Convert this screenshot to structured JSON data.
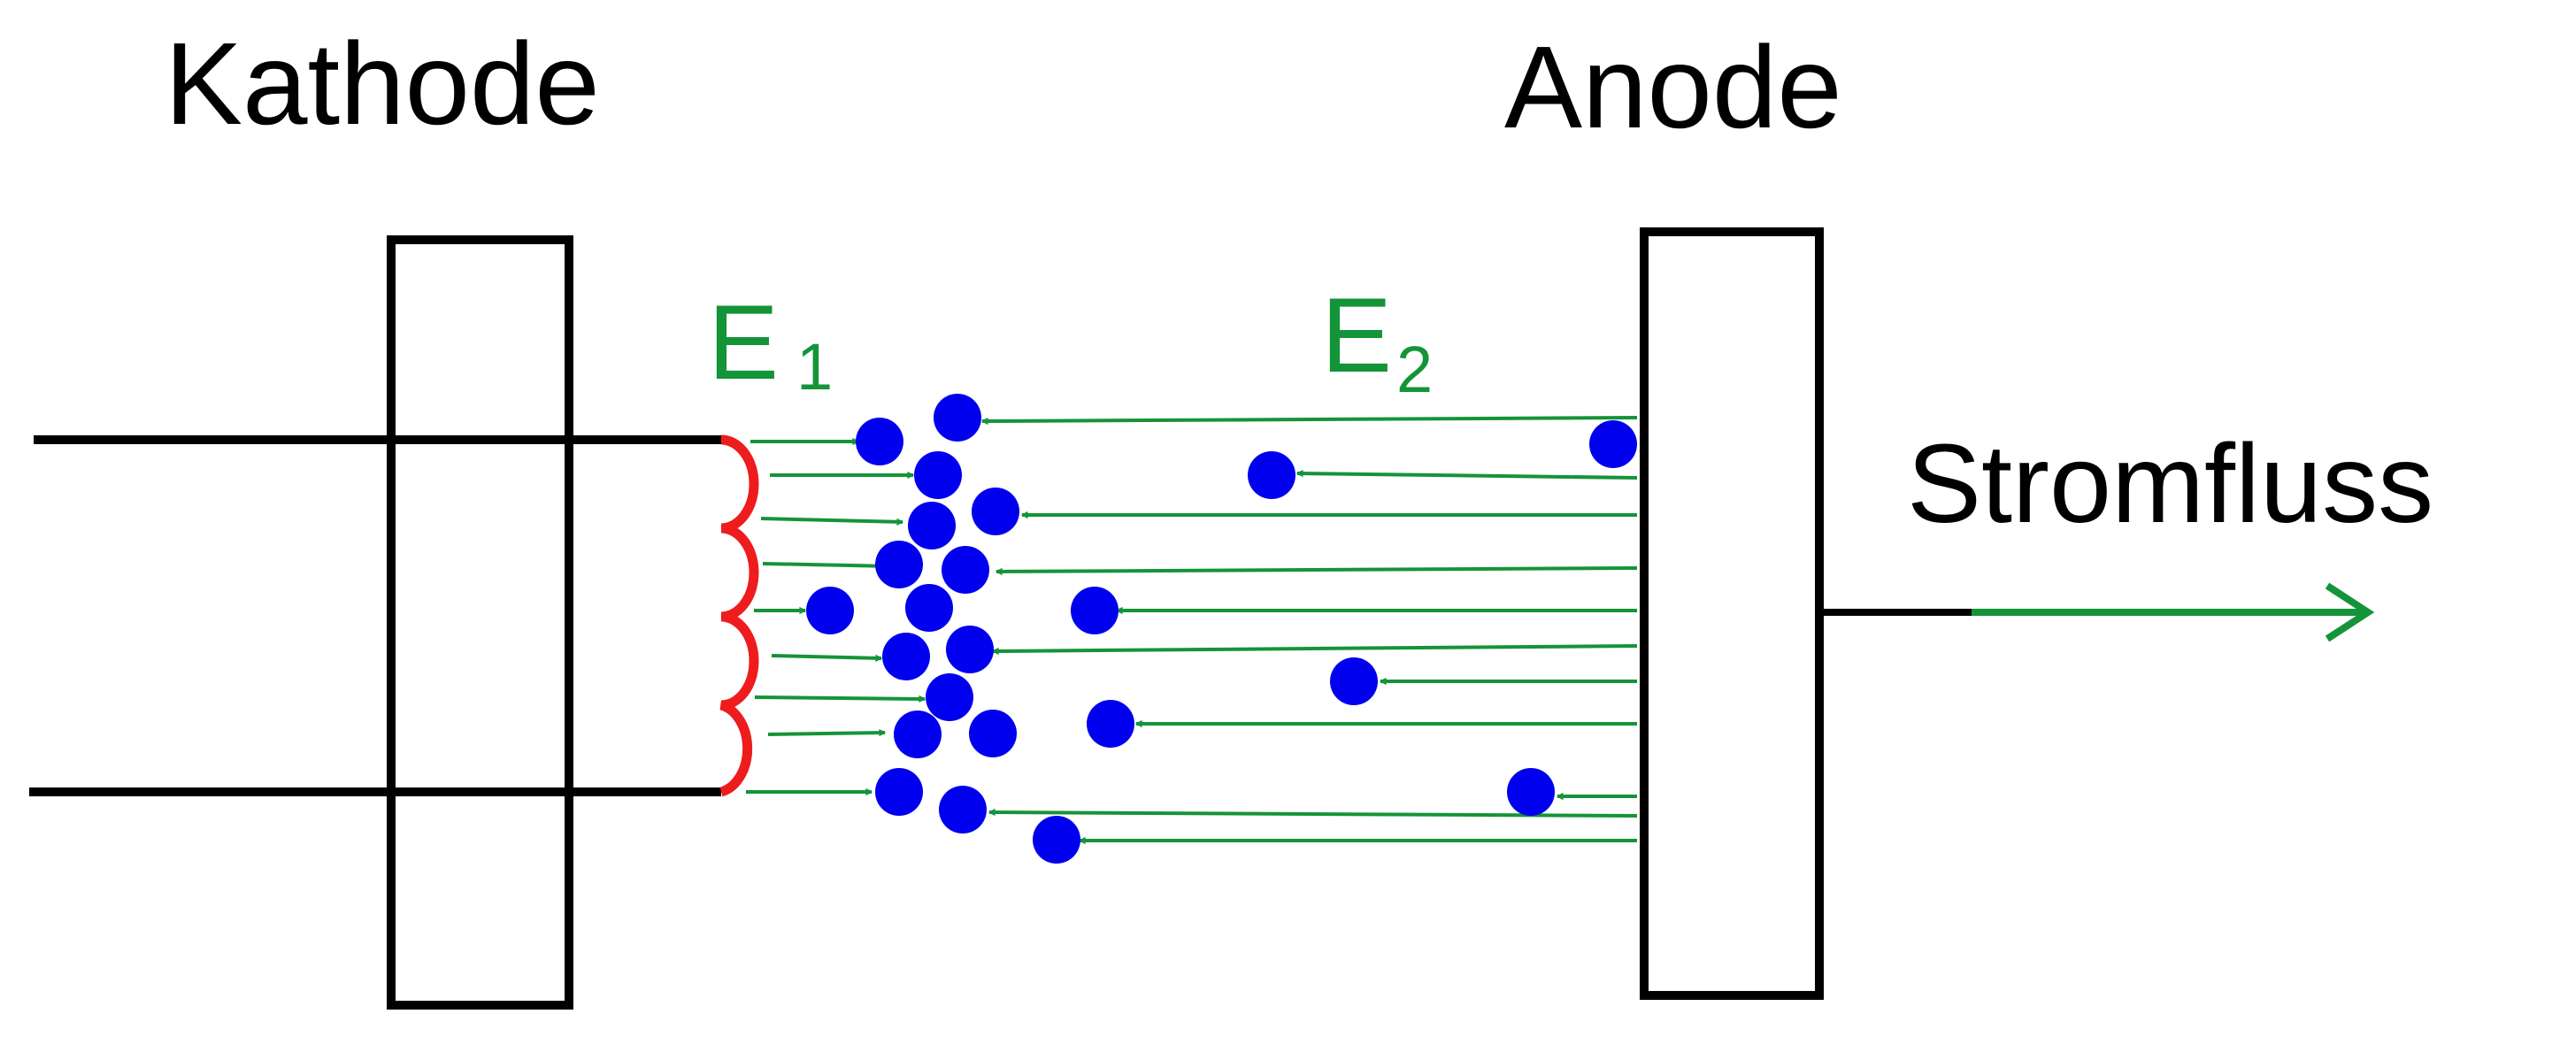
{
  "labels": {
    "cathode": "Kathode",
    "anode": "Anode",
    "current": "Stromfluss",
    "field1_letter": "E",
    "field1_sub": "1",
    "field2_letter": "E",
    "field2_sub": "2"
  },
  "colors": {
    "outline": "#000000",
    "field": "#149438",
    "electron": "#0000ee",
    "emitter": "#ee1c1c",
    "background": "#ffffff"
  }
}
